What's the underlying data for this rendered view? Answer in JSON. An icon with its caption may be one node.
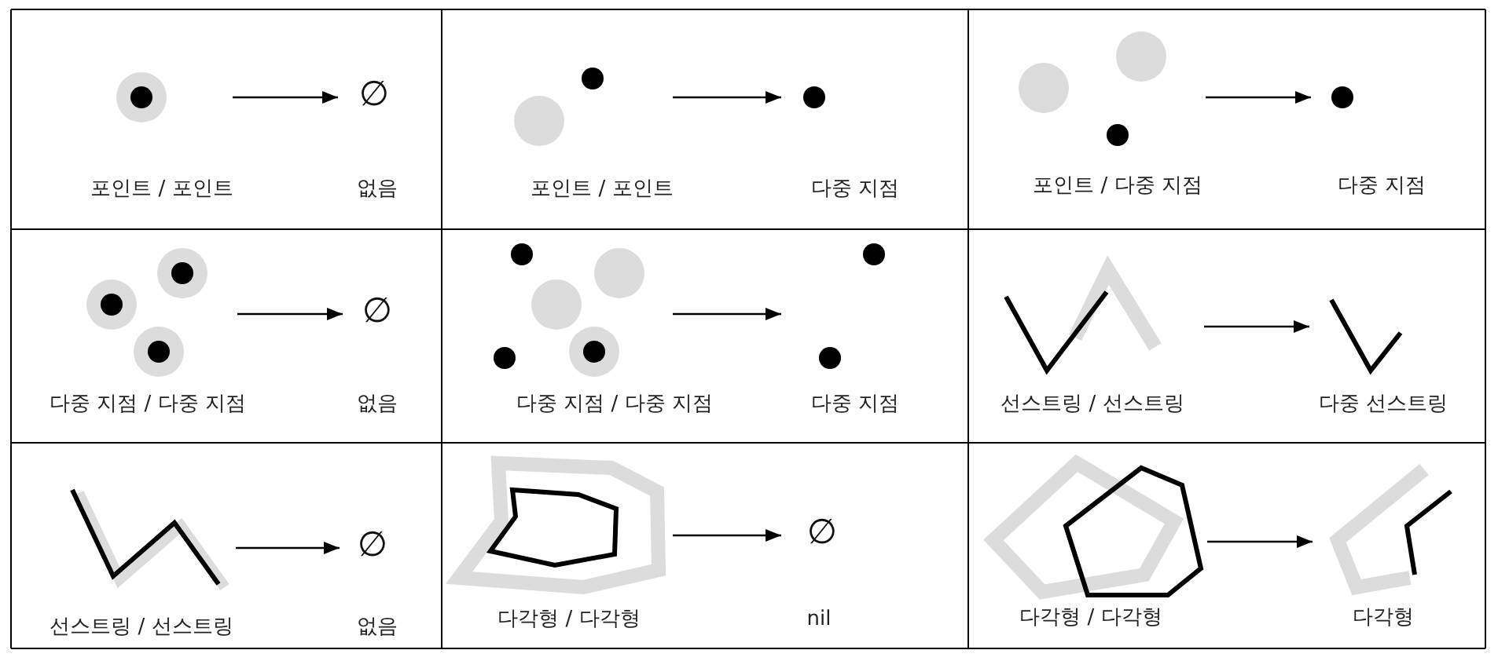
{
  "diagram": {
    "nodes": [
      {
        "text": [],
        "shape": "picture",
        "beside": [
          "포인트 / 포인트"
        ]
      },
      {
        "text": [
          "∅"
        ],
        "beside": [
          "없음"
        ]
      },
      {
        "text": [],
        "shape": "picture",
        "beside": [
          "포인트 / 포인트"
        ]
      },
      {
        "text": [],
        "shape": "circle",
        "beside": [
          "다중 지점"
        ]
      },
      {
        "text": [],
        "shape": "picture",
        "beside": [
          "포인트 / 다중 지점"
        ]
      },
      {
        "text": [],
        "shape": "circle",
        "beside": [
          "다중 지점"
        ]
      },
      {
        "text": [],
        "shape": "picture",
        "beside": [
          "다중 지점 / 다중 지점"
        ]
      },
      {
        "text": [
          "∅"
        ],
        "beside": [
          "없음"
        ]
      },
      {
        "text": [],
        "shape": "picture",
        "beside": [
          "다중 지점 / 다중 지점"
        ]
      },
      {
        "text": [],
        "shape": "picture",
        "beside": [
          "다중 지점"
        ]
      },
      {
        "text": [],
        "shape": "picture",
        "beside": [
          "선스트링 / 선스트링"
        ]
      },
      {
        "text": [],
        "shape": "picture",
        "beside": [
          "다중 선스트링"
        ]
      },
      {
        "text": [],
        "shape": "picture",
        "beside": [
          "선스트링 / 선스트링"
        ]
      },
      {
        "text": [
          "∅"
        ],
        "beside": [
          "없음"
        ]
      },
      {
        "text": [],
        "shape": "picture",
        "beside": [
          "다각형 / 다각형"
        ]
      },
      {
        "text": [
          "∅"
        ],
        "beside": [
          "nil"
        ]
      },
      {
        "text": [],
        "shape": "picture",
        "beside": [
          "다각형 / 다각형"
        ]
      },
      {
        "text": [],
        "shape": "picture",
        "beside": [
          "다각형"
        ]
      }
    ],
    "edges": [
      {
        "from": 0,
        "to": 1,
        "arrow": "to"
      },
      {
        "from": 2,
        "to": 3,
        "arrow": "to"
      },
      {
        "from": 4,
        "to": 5,
        "arrow": "to"
      },
      {
        "from": 6,
        "to": 7,
        "arrow": "to"
      },
      {
        "from": 8,
        "to": 9,
        "arrow": "to"
      },
      {
        "from": 10,
        "to": 11,
        "arrow": "to"
      },
      {
        "from": 12,
        "to": 13,
        "arrow": "to"
      },
      {
        "from": 14,
        "to": 15,
        "arrow": "to"
      },
      {
        "from": 16,
        "to": 17,
        "arrow": "to"
      }
    ]
  }
}
